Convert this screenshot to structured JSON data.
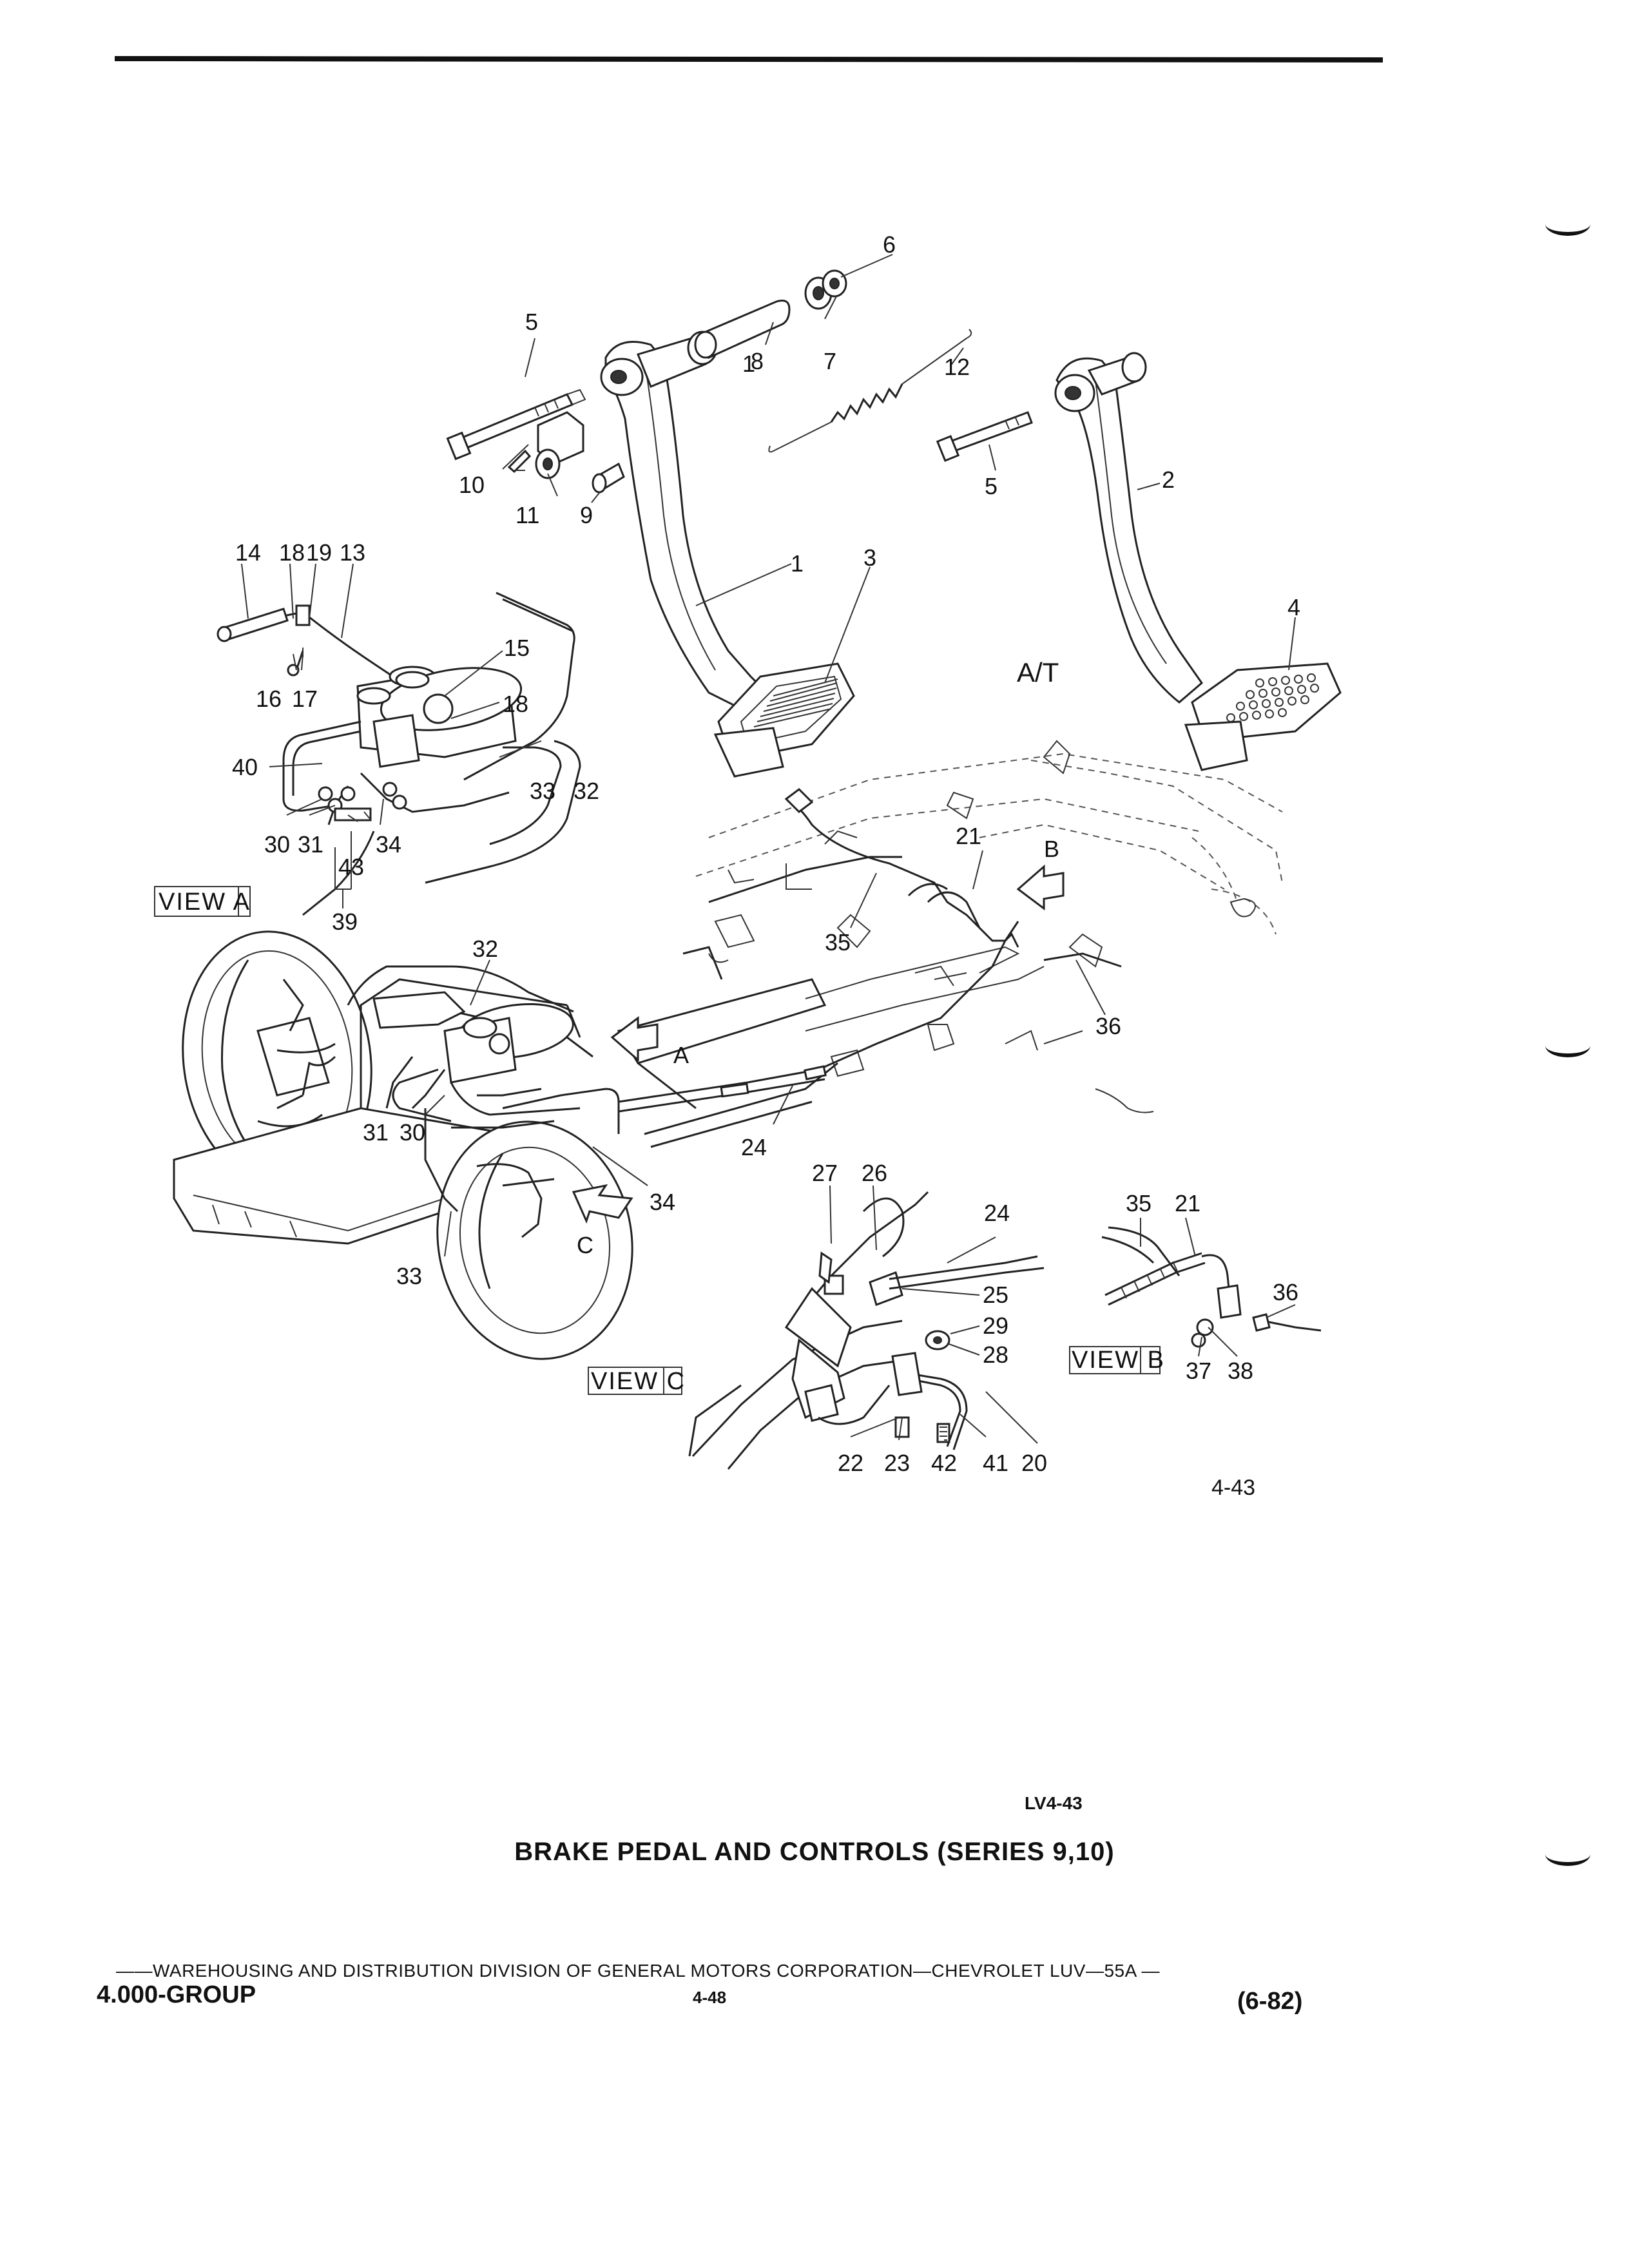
{
  "figure": {
    "code": "LV4-43",
    "number": "4-43",
    "caption": "BRAKE PEDAL AND CONTROLS (SERIES 9,10)"
  },
  "footer": {
    "publisher": "——WAREHOUSING AND DISTRIBUTION  DIVISION OF GENERAL MOTORS CORPORATION—CHEVROLET LUV—55A  —",
    "group": "4.000-GROUP",
    "page": "4-48",
    "date": "(6-82)"
  },
  "views": {
    "view_a": "VIEW A",
    "view_b": "VIEW B",
    "view_c": "VIEW C"
  },
  "arrows": {
    "a": "A",
    "b": "B",
    "c": "C"
  },
  "transmission_label": "A/T",
  "callouts": {
    "c1": "1",
    "c2": "2",
    "c3": "3",
    "c4": "4",
    "c5a": "5",
    "c5b": "5",
    "c6": "6",
    "c7": "7",
    "c8": "8",
    "c9": "9",
    "c10": "10",
    "c11": "11",
    "c12": "12",
    "c13": "13",
    "c14": "14",
    "c15": "15",
    "c16": "16",
    "c17": "17",
    "c18a": "18",
    "c18b": "18",
    "c19": "19",
    "c20": "20",
    "c21a": "21",
    "c21b": "21",
    "c22": "22",
    "c23": "23",
    "c24a": "24",
    "c24b": "24",
    "c25": "25",
    "c26": "26",
    "c27": "27",
    "c28": "28",
    "c29": "29",
    "c30a": "30",
    "c30b": "30",
    "c31a": "31",
    "c31b": "31",
    "c32a": "32",
    "c32b": "32",
    "c33a": "33",
    "c33b": "33",
    "c34a": "34",
    "c34b": "34",
    "c35a": "35",
    "c35b": "35",
    "c36a": "36",
    "c36b": "36",
    "c37": "37",
    "c38": "38",
    "c39": "39",
    "c40": "40",
    "c41": "41",
    "c42": "42",
    "c43": "43"
  }
}
